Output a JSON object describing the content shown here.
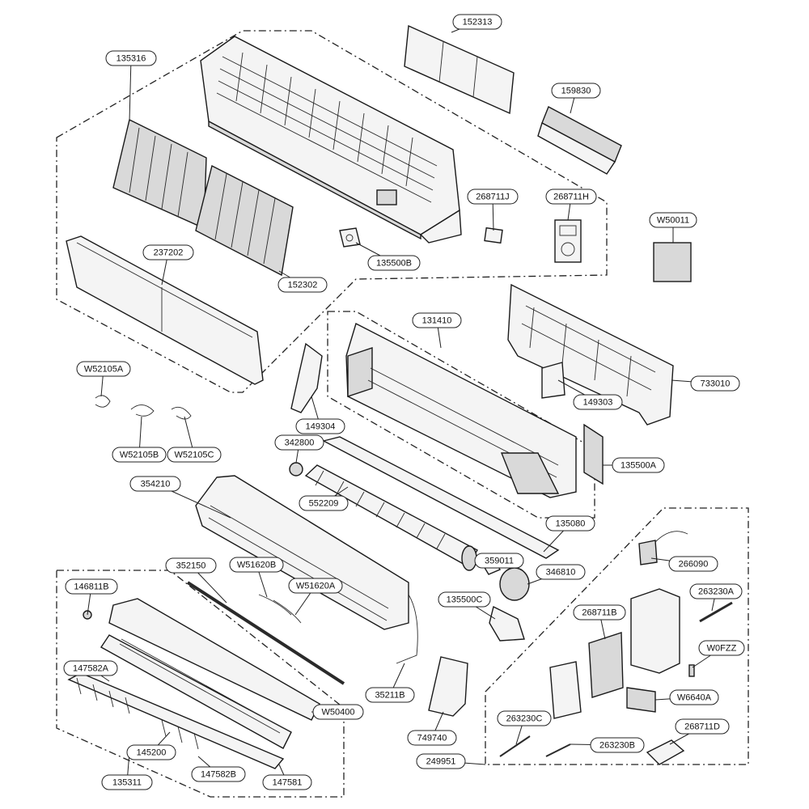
{
  "callouts": [
    {
      "id": "152313",
      "label": "152313"
    },
    {
      "id": "135316",
      "label": "135316"
    },
    {
      "id": "159830",
      "label": "159830"
    },
    {
      "id": "268711J",
      "label": "268711J"
    },
    {
      "id": "268711H",
      "label": "268711H"
    },
    {
      "id": "W50011",
      "label": "W50011"
    },
    {
      "id": "237202",
      "label": "237202"
    },
    {
      "id": "135500B",
      "label": "135500B"
    },
    {
      "id": "152302",
      "label": "152302"
    },
    {
      "id": "131410",
      "label": "131410"
    },
    {
      "id": "W52105A",
      "label": "W52105A"
    },
    {
      "id": "733010",
      "label": "733010"
    },
    {
      "id": "149303",
      "label": "149303"
    },
    {
      "id": "149304",
      "label": "149304"
    },
    {
      "id": "W52105B",
      "label": "W52105B"
    },
    {
      "id": "W52105C",
      "label": "W52105C"
    },
    {
      "id": "342800",
      "label": "342800"
    },
    {
      "id": "135500A",
      "label": "135500A"
    },
    {
      "id": "354210",
      "label": "354210"
    },
    {
      "id": "552209",
      "label": "552209"
    },
    {
      "id": "135080",
      "label": "135080"
    },
    {
      "id": "266090",
      "label": "266090"
    },
    {
      "id": "352150",
      "label": "352150"
    },
    {
      "id": "W51620B",
      "label": "W51620B"
    },
    {
      "id": "359011",
      "label": "359011"
    },
    {
      "id": "346810",
      "label": "346810"
    },
    {
      "id": "146811B",
      "label": "146811B"
    },
    {
      "id": "W51620A",
      "label": "W51620A"
    },
    {
      "id": "263230A",
      "label": "263230A"
    },
    {
      "id": "135500C",
      "label": "135500C"
    },
    {
      "id": "268711B",
      "label": "268711B"
    },
    {
      "id": "W0FZZ",
      "label": "W0FZZ"
    },
    {
      "id": "147582A",
      "label": "147582A"
    },
    {
      "id": "35211B",
      "label": "35211B"
    },
    {
      "id": "W6640A",
      "label": "W6640A"
    },
    {
      "id": "W50400",
      "label": "W50400"
    },
    {
      "id": "263230C",
      "label": "263230C"
    },
    {
      "id": "268711D",
      "label": "268711D"
    },
    {
      "id": "749740",
      "label": "749740"
    },
    {
      "id": "145200",
      "label": "145200"
    },
    {
      "id": "263230B",
      "label": "263230B"
    },
    {
      "id": "249951",
      "label": "249951"
    },
    {
      "id": "135311",
      "label": "135311"
    },
    {
      "id": "147582B",
      "label": "147582B"
    },
    {
      "id": "147581",
      "label": "147581"
    }
  ]
}
